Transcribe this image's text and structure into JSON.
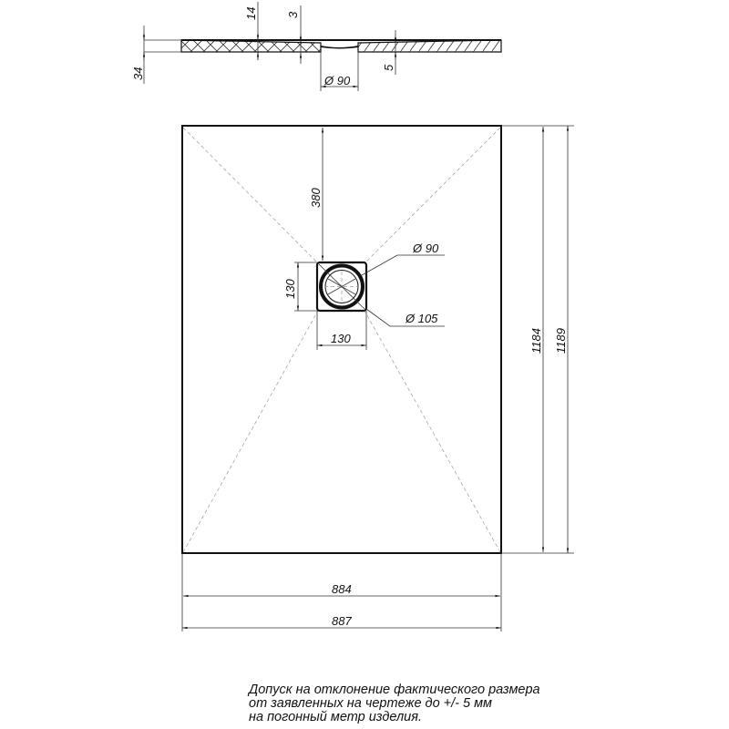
{
  "section_view": {
    "dimensions": {
      "total_height": "34",
      "rim_offset": "14",
      "slope_depth": "3",
      "edge_drop": "5",
      "drain_diameter": "Ø 90"
    }
  },
  "plan_view": {
    "dimensions": {
      "drain_from_top": "380",
      "drain_square_height": "130",
      "drain_square_width": "130",
      "drain_inner_diameter": "Ø 90",
      "drain_outer_diameter": "Ø 105",
      "inner_length": "1184",
      "outer_length": "1189",
      "inner_width": "884",
      "outer_width": "887"
    }
  },
  "note": {
    "lines": [
      "Допуск на отклонение фактического размера",
      "от заявленных на чертеже до +/- 5 мм",
      "на погонный метр изделия."
    ]
  }
}
